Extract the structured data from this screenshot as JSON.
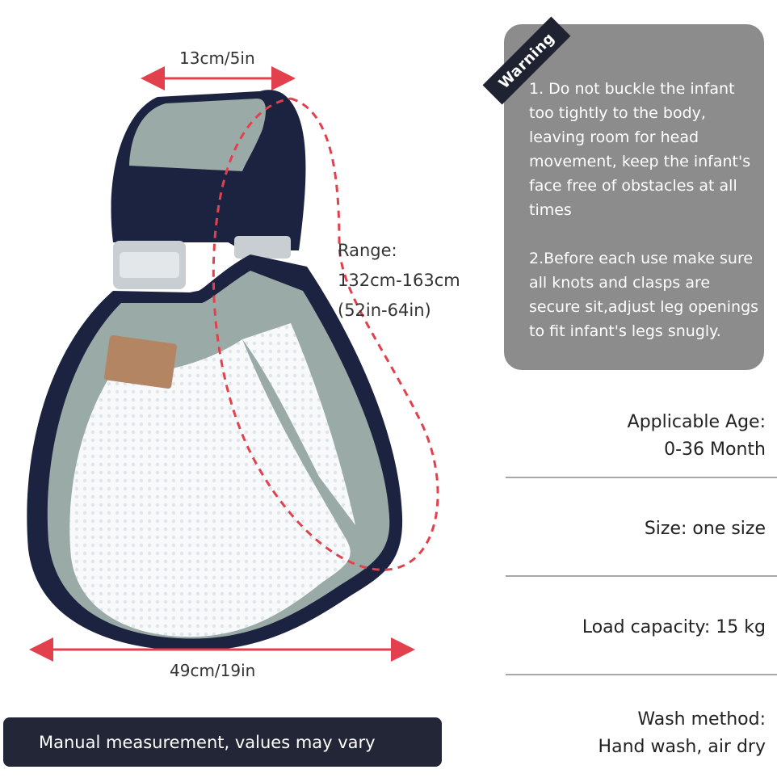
{
  "measurements": {
    "top_width": "13cm/5in",
    "range_label": "Range:",
    "range_cm": "132cm-163cm",
    "range_in": "(52in-64in)",
    "bottom_width": "49cm/19in"
  },
  "warning": {
    "tag": "Warning",
    "item1": "1. Do not buckle the infant too tightly to the body, leaving room for head movement, keep the infant's face free of obstacles at all times",
    "item2": "2.Before each use make sure all knots and clasps are secure sit,adjust leg openings to fit infant's legs snugly."
  },
  "specs": {
    "age_label": "Applicable Age:",
    "age_value": "0-36 Month",
    "size": "Size: one size",
    "load": "Load capacity: 15 kg",
    "wash_label": "Wash method:",
    "wash_value": "Hand wash, air dry"
  },
  "note": "Manual measurement, values may vary",
  "colors": {
    "navy": "#1c2340",
    "sage": "#9aaaa6",
    "mesh": "#eef2f5",
    "measure_red": "#e2404d",
    "card_gray": "#8c8c8c",
    "note_bg": "#222636"
  },
  "icons": [
    "baby-sling-illustration",
    "dimension-arrow",
    "buckle-icon",
    "brand-label"
  ]
}
